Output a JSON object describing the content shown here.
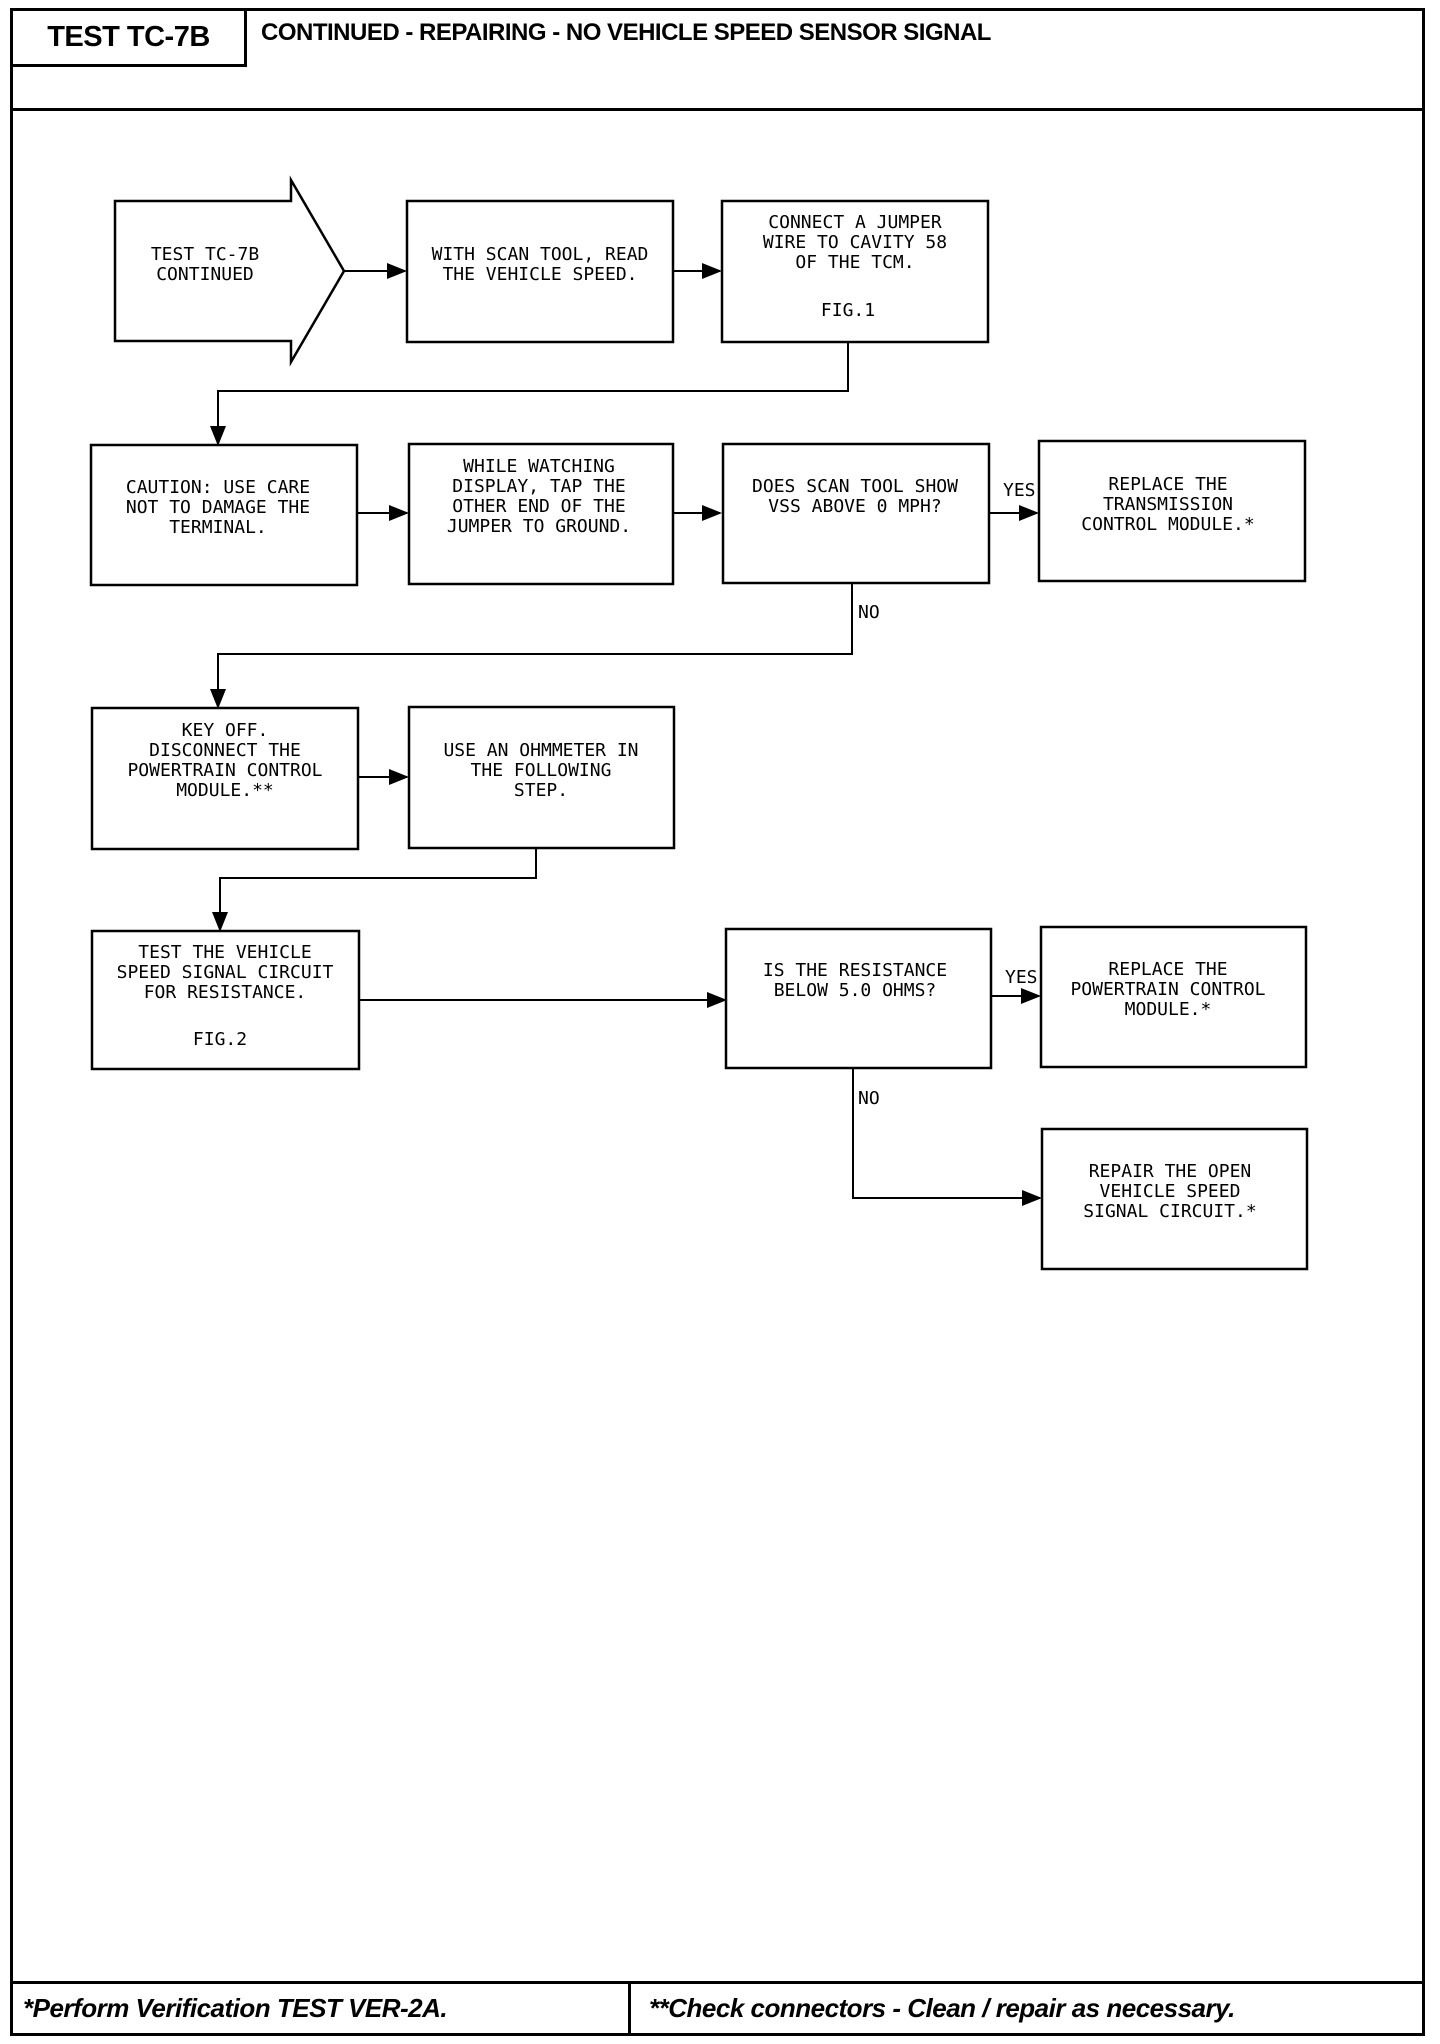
{
  "header": {
    "test_id": "TEST TC-7B",
    "title": "CONTINUED - REPAIRING - NO VEHICLE SPEED SENSOR SIGNAL"
  },
  "footer": {
    "left": "*Perform Verification TEST VER-2A.",
    "right": "**Check connectors - Clean / repair as necessary."
  },
  "flow": {
    "start": [
      "TEST TC-7B",
      "CONTINUED"
    ],
    "read_speed": [
      "WITH SCAN TOOL, READ",
      "THE VEHICLE SPEED."
    ],
    "connect_jumper": [
      "CONNECT A JUMPER",
      "WIRE TO CAVITY 58",
      "OF THE TCM."
    ],
    "connect_jumper_fig": "FIG.1",
    "caution": [
      "CAUTION: USE CARE",
      "NOT TO DAMAGE THE",
      "TERMINAL."
    ],
    "tap_jumper": [
      "WHILE WATCHING",
      "DISPLAY, TAP THE",
      "OTHER END OF THE",
      "JUMPER TO GROUND."
    ],
    "q_vss": [
      "DOES SCAN TOOL SHOW",
      "VSS ABOVE 0 MPH?"
    ],
    "replace_tcm": [
      "REPLACE THE",
      "TRANSMISSION",
      "CONTROL MODULE.*"
    ],
    "key_off": [
      "KEY OFF.",
      "DISCONNECT THE",
      "POWERTRAIN CONTROL",
      "MODULE.**"
    ],
    "use_ohmmeter": [
      "USE AN OHMMETER IN",
      "THE FOLLOWING",
      "STEP."
    ],
    "test_circuit": [
      "TEST THE VEHICLE",
      "SPEED SIGNAL CIRCUIT",
      "FOR RESISTANCE."
    ],
    "test_circuit_fig": "FIG.2",
    "q_resistance": [
      "IS THE RESISTANCE",
      "BELOW 5.0 OHMS?"
    ],
    "replace_pcm": [
      "REPLACE THE",
      "POWERTRAIN CONTROL",
      "MODULE.*"
    ],
    "repair_circuit": [
      "REPAIR THE OPEN",
      "VEHICLE SPEED",
      "SIGNAL CIRCUIT.*"
    ],
    "yes_label": "YES",
    "no_label": "NO"
  }
}
